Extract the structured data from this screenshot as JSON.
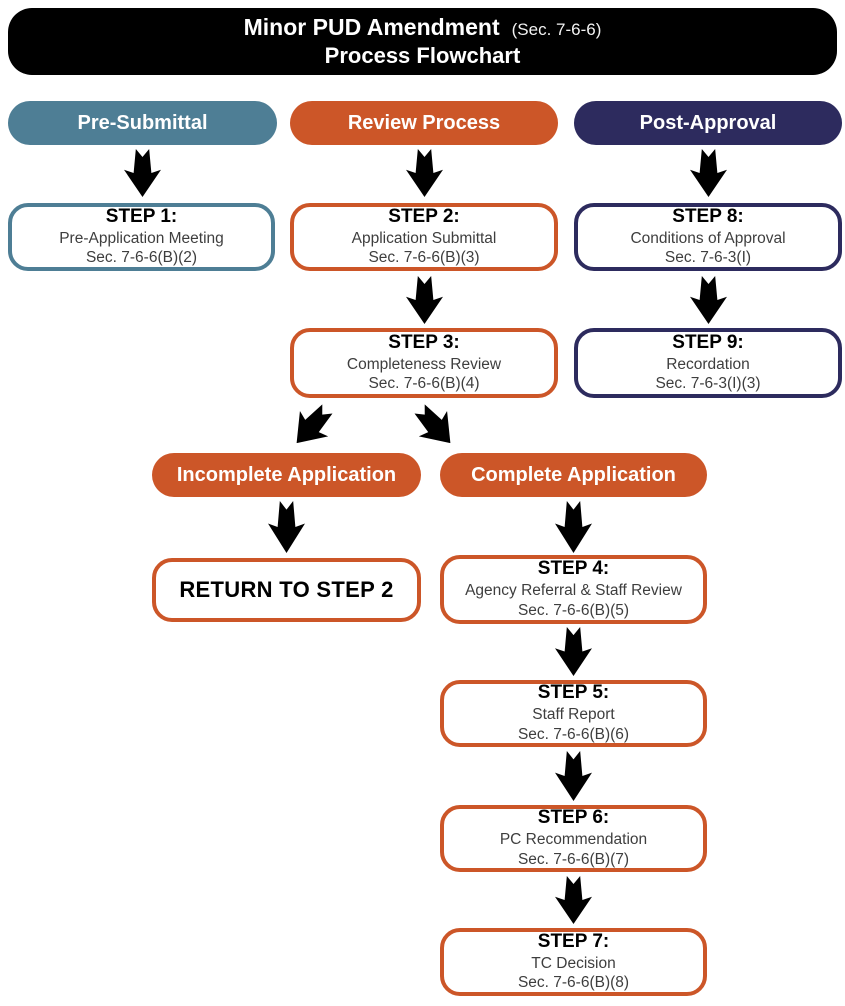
{
  "header": {
    "title": "Minor PUD Amendment",
    "title_suffix": "(Sec. 7-6-6)",
    "subtitle": "Process Flowchart"
  },
  "lanes": {
    "pre_submittal": {
      "label": "Pre-Submittal",
      "color": "#4E7E95"
    },
    "review_process": {
      "label": "Review Process",
      "color": "#CC5628"
    },
    "post_approval": {
      "label": "Post-Approval",
      "color": "#2D2B5E"
    }
  },
  "steps": {
    "step1": {
      "title": "STEP 1:",
      "name": "Pre-Application Meeting",
      "section": "Sec. 7-6-6(B)(2)"
    },
    "step2": {
      "title": "STEP 2:",
      "name": "Application Submittal",
      "section": "Sec. 7-6-6(B)(3)"
    },
    "step3": {
      "title": "STEP 3:",
      "name": "Completeness Review",
      "section": "Sec. 7-6-6(B)(4)"
    },
    "step4": {
      "title": "STEP 4:",
      "name": "Agency Referral & Staff Review",
      "section": "Sec. 7-6-6(B)(5)"
    },
    "step5": {
      "title": "STEP 5:",
      "name": "Staff Report",
      "section": "Sec. 7-6-6(B)(6)"
    },
    "step6": {
      "title": "STEP 6:",
      "name": "PC Recommendation",
      "section": "Sec. 7-6-6(B)(7)"
    },
    "step7": {
      "title": "STEP 7:",
      "name": "TC Decision",
      "section": "Sec. 7-6-6(B)(8)"
    },
    "step8": {
      "title": "STEP 8:",
      "name": "Conditions of Approval",
      "section": "Sec. 7-6-3(I)"
    },
    "step9": {
      "title": "STEP 9:",
      "name": "Recordation",
      "section": "Sec. 7-6-3(I)(3)"
    }
  },
  "branches": {
    "incomplete": {
      "label": "Incomplete Application"
    },
    "complete": {
      "label": "Complete Application"
    }
  },
  "return_box": {
    "label": "RETURN TO STEP 2"
  },
  "colors": {
    "teal": "#4E7E95",
    "orange": "#CC5628",
    "navy": "#2D2B5E",
    "arrow": "#000000",
    "body-text": "#3E3E3E"
  }
}
